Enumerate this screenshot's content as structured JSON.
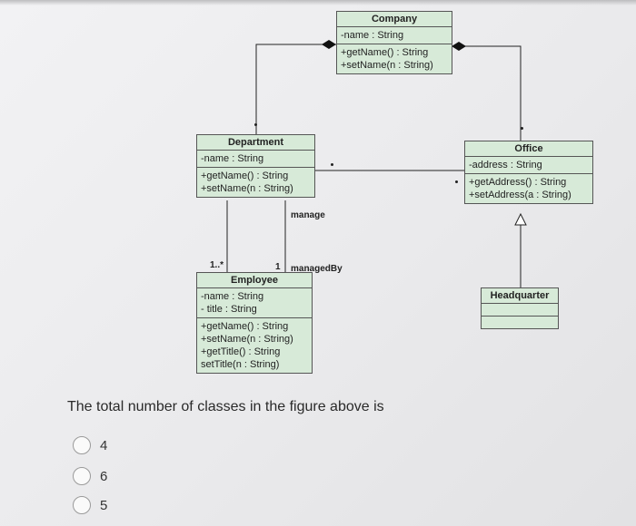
{
  "diagram": {
    "classes": [
      {
        "key": "company",
        "name": "Company",
        "attributes": [
          "-name : String"
        ],
        "methods": [
          "+getName() : String",
          "+setName(n : String)"
        ]
      },
      {
        "key": "department",
        "name": "Department",
        "attributes": [
          "-name : String"
        ],
        "methods": [
          "+getName() : String",
          "+setName(n : String)"
        ]
      },
      {
        "key": "office",
        "name": "Office",
        "attributes": [
          "-address : String"
        ],
        "methods": [
          "+getAddress() : String",
          "+setAddress(a : String)"
        ]
      },
      {
        "key": "employee",
        "name": "Employee",
        "attributes": [
          "-name : String",
          "- title : String"
        ],
        "methods": [
          "+getName() : String",
          "+setName(n : String)",
          "+getTitle() : String",
          "setTitle(n : String)"
        ]
      },
      {
        "key": "headquarter",
        "name": "Headquarter",
        "attributes": [],
        "methods": []
      }
    ],
    "labels": {
      "manage": "manage",
      "managed_by": "managedBy",
      "mult_employee": "1..*",
      "mult_department": "1"
    }
  },
  "question": {
    "text": "The total number of classes in the figure above is",
    "options": [
      {
        "label": "4"
      },
      {
        "label": "6"
      },
      {
        "label": "5"
      }
    ]
  }
}
